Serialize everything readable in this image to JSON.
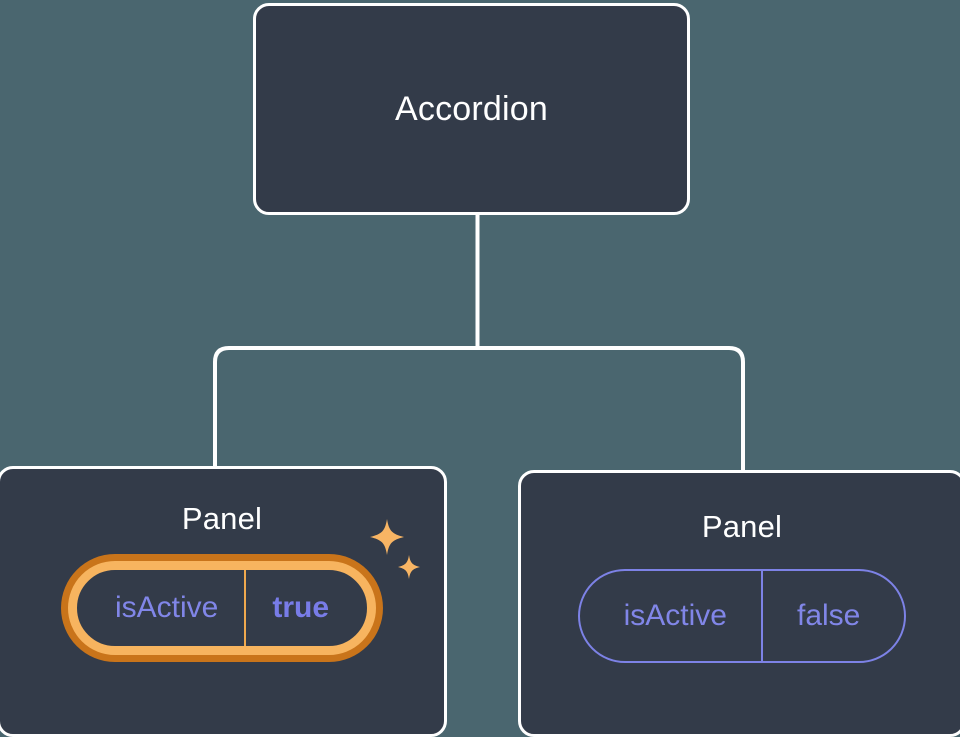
{
  "theme": {
    "background_color": "#4a666f",
    "card_fill_color": "#333b49",
    "card_border_color": "#ffffff",
    "connector_color": "#ffffff",
    "prop_text_color": "#8186e8",
    "prop_border_color": "#7d82e6",
    "highlight_inner_ring_color": "#f7b45f",
    "highlight_outer_ring_color": "#c9741a",
    "highlight_divider_color": "#f0a94e",
    "sparkle_color": "#f8b564"
  },
  "tree": {
    "root": {
      "title": "Accordion"
    },
    "children": [
      {
        "title": "Panel",
        "highlighted": true,
        "prop": {
          "key": "isActive",
          "value": "true"
        },
        "decoration": "sparkles-icon"
      },
      {
        "title": "Panel",
        "highlighted": false,
        "prop": {
          "key": "isActive",
          "value": "false"
        }
      }
    ]
  }
}
